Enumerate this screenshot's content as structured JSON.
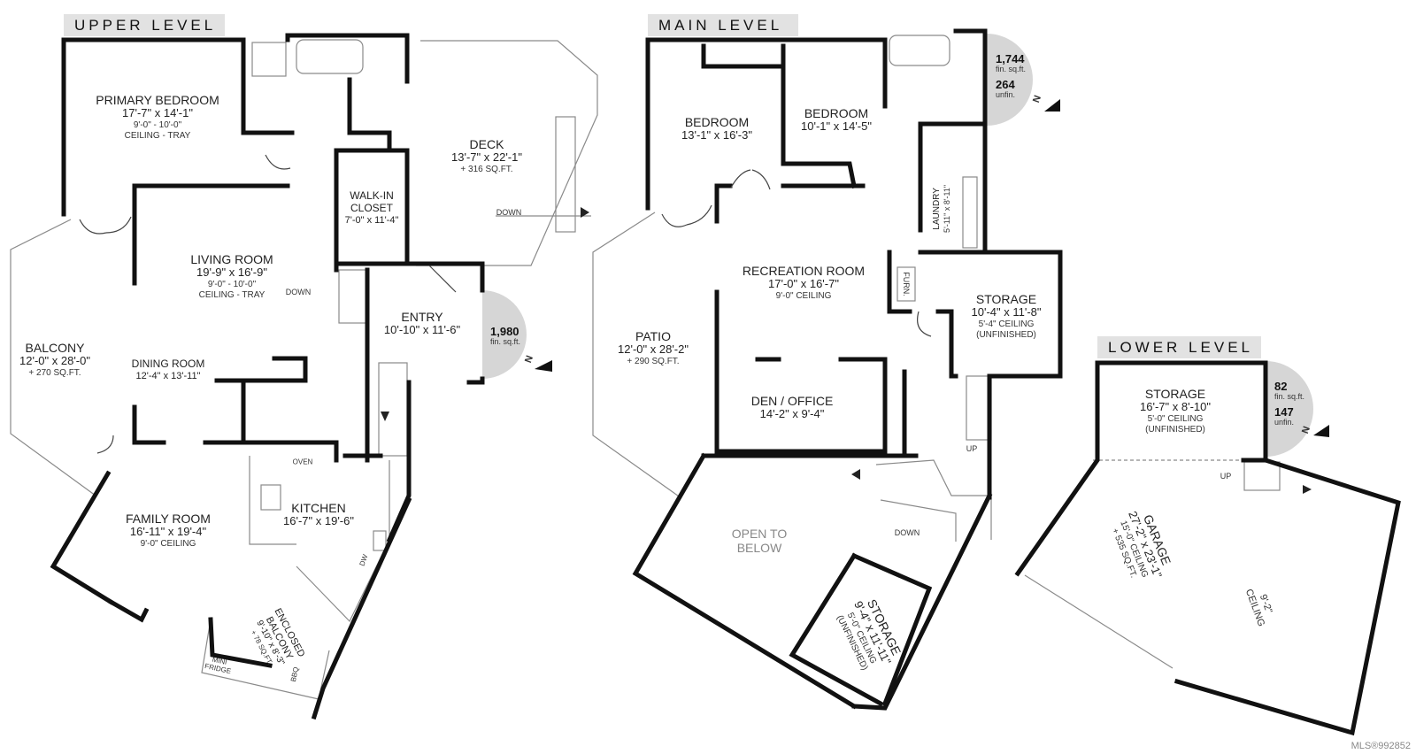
{
  "levels": {
    "upper": "UPPER LEVEL",
    "main": "MAIN LEVEL",
    "lower": "LOWER LEVEL"
  },
  "upper_rooms": {
    "primary_bedroom": {
      "name": "PRIMARY BEDROOM",
      "dims": "17'-7\" x 14'-1\"",
      "ceiling1": "9'-0\" - 10'-0\"",
      "ceiling2": "CEILING - TRAY"
    },
    "walk_in_closet": {
      "name1": "WALK-IN",
      "name2": "CLOSET",
      "dims": "7'-0\" x 11'-4\""
    },
    "deck": {
      "name": "DECK",
      "dims": "13'-7\" x 22'-1\"",
      "area": "+ 316 SQ.FT."
    },
    "living_room": {
      "name": "LIVING ROOM",
      "dims": "19'-9\" x 16'-9\"",
      "ceiling1": "9'-0\" - 10'-0\"",
      "ceiling2": "CEILING - TRAY"
    },
    "entry": {
      "name": "ENTRY",
      "dims": "10'-10\" x 11'-6\""
    },
    "balcony": {
      "name": "BALCONY",
      "dims": "12'-0\" x 28'-0\"",
      "area": "+ 270 SQ.FT."
    },
    "dining_room": {
      "name": "DINING ROOM",
      "dims": "12'-4\" x 13'-11\""
    },
    "family_room": {
      "name": "FAMILY ROOM",
      "dims": "16'-11\" x 19'-4\"",
      "ceiling": "9'-0\" CEILING"
    },
    "kitchen": {
      "name": "KITCHEN",
      "dims": "16'-7\" x 19'-6\""
    },
    "enclosed_balcony": {
      "name1": "ENCLOSED",
      "name2": "BALCONY",
      "dims": "9'-10\" x 8'-3\"",
      "area": "+ 78 SQ.FT."
    }
  },
  "upper_small": {
    "down_deck": "DOWN",
    "down_living": "DOWN",
    "oven": "OVEN",
    "dw": "DW",
    "mini": "MINI",
    "fridge": "FRIDGE",
    "bbq": "BBQ"
  },
  "main_rooms": {
    "bedroom1": {
      "name": "BEDROOM",
      "dims": "13'-1\" x 16'-3\""
    },
    "bedroom2": {
      "name": "BEDROOM",
      "dims": "10'-1\" x 14'-5\""
    },
    "laundry": {
      "name": "LAUNDRY",
      "dims": "5'-11\" x 8'-11\""
    },
    "recreation_room": {
      "name": "RECREATION ROOM",
      "dims": "17'-0\" x 16'-7\"",
      "ceiling": "9'-0\" CEILING"
    },
    "storage1": {
      "name": "STORAGE",
      "dims": "10'-4\" x 11'-8\"",
      "ceiling": "5'-4\" CEILING",
      "note": "(UNFINISHED)"
    },
    "patio": {
      "name": "PATIO",
      "dims": "12'-0\" x 28'-2\"",
      "area": "+ 290 SQ.FT."
    },
    "den_office": {
      "name": "DEN / OFFICE",
      "dims": "14'-2\" x 9'-4\""
    },
    "open_to_below": {
      "line1": "OPEN TO",
      "line2": "BELOW"
    },
    "storage2": {
      "name": "STORAGE",
      "dims": "9'-4\" x 11'-11\"",
      "ceiling": "5'-0\" CEILING",
      "note": "(UNFINISHED)"
    }
  },
  "main_small": {
    "furn": "FURN.",
    "up": "UP",
    "down": "DOWN"
  },
  "lower_rooms": {
    "storage": {
      "name": "STORAGE",
      "dims": "16'-7\" x 8'-10\"",
      "ceiling": "5'-0\" CEILING",
      "note": "(UNFINISHED)"
    },
    "garage": {
      "name": "GARAGE",
      "dims": "27'-2\" x 23'-1\"",
      "ceiling": "15'-0\" CEILING",
      "area": "+ 535 SQ.FT."
    },
    "garage_ceiling2": {
      "line1": "9'-2\"",
      "line2": "CEILING"
    }
  },
  "lower_small": {
    "up": "UP"
  },
  "badges": {
    "upper": {
      "fin": "1,980",
      "fin_label": "fin. sq.ft."
    },
    "main": {
      "fin": "1,744",
      "fin_label": "fin. sq.ft.",
      "unfin": "264",
      "unfin_label": "unfin."
    },
    "lower": {
      "fin": "82",
      "fin_label": "fin. sq.ft.",
      "unfin": "147",
      "unfin_label": "unfin."
    }
  },
  "compass": {
    "n": "N"
  },
  "mls": "MLS®992852",
  "colors": {
    "wall": "#111111",
    "thin": "#8a8a8a",
    "badge": "#d6d6d6",
    "title_bg": "#e2e2e2"
  }
}
